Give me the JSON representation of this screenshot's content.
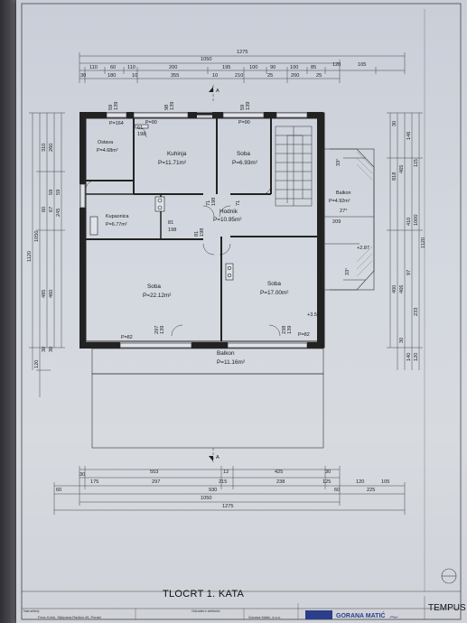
{
  "title": "TLOCRT 1. KATA",
  "section_marker": "A",
  "dimensions": {
    "top_total": "1275",
    "top_overall": "1050",
    "top_row": [
      "110",
      "60",
      "110",
      "200",
      "195",
      "100",
      "90",
      "100",
      "85",
      "120",
      "105"
    ],
    "top_row2": [
      "30",
      "180",
      "10",
      "355",
      "10",
      "210",
      "25",
      "200",
      "25"
    ],
    "bottom_row1": [
      "30",
      "553",
      "12",
      "425",
      "30"
    ],
    "bottom_row2": [
      "175",
      "297",
      "215",
      "238",
      "125"
    ],
    "bottom_row3": [
      "60",
      "930",
      "60",
      "120",
      "105"
    ],
    "bottom_row4": [
      "225"
    ],
    "bottom_overall": "1050",
    "bottom_total": "1275",
    "left_labels": [
      "310",
      "260",
      "59",
      "59",
      "60",
      "67",
      "245",
      "1050",
      "1120",
      "485",
      "460",
      "120",
      "30",
      "30"
    ],
    "right_labels": [
      "30",
      "146",
      "115",
      "818",
      "465",
      "410",
      "1000",
      "1120",
      "400",
      "466",
      "97",
      "233",
      "30",
      "140",
      "120"
    ],
    "window_labels": [
      "59",
      "139",
      "98",
      "139",
      "59",
      "139",
      "P=90",
      "P=90",
      "P=164",
      "61",
      "198",
      "71",
      "198",
      "81",
      "198",
      "81",
      "198",
      "71",
      "209",
      "297",
      "139",
      "238",
      "139",
      "P=82",
      "P=82"
    ],
    "misc": [
      "+2.87",
      "+3.50",
      "33°",
      "27°",
      "33°"
    ]
  },
  "rooms": [
    {
      "name": "Ostava",
      "area": "P=4.68m²"
    },
    {
      "name": "Kuhinja",
      "area": "P=11.71m²"
    },
    {
      "name": "Soba",
      "area": "P=6.93m²"
    },
    {
      "name": "Kupaonica",
      "area": "P=6.77m²"
    },
    {
      "name": "Hodnik",
      "area": "P=10.95m²"
    },
    {
      "name": "Balkon",
      "area": "P=4.92m²"
    },
    {
      "name": "Soba",
      "area": "P=22.12m²"
    },
    {
      "name": "Soba",
      "area": "P=17.00m²"
    },
    {
      "name": "Balkon",
      "area": "P=11.16m²"
    }
  ],
  "title_block": {
    "investor_label": "Naručitelj:",
    "investor": "Fenc Krčel, Stjepana Radića 49, Porači",
    "designer_label": "Odradeni arhitekt:",
    "firm": "Gorana Matić, d.o.o.",
    "brand": "GORANA MATIĆ",
    "tempus": "TEMPUS"
  }
}
